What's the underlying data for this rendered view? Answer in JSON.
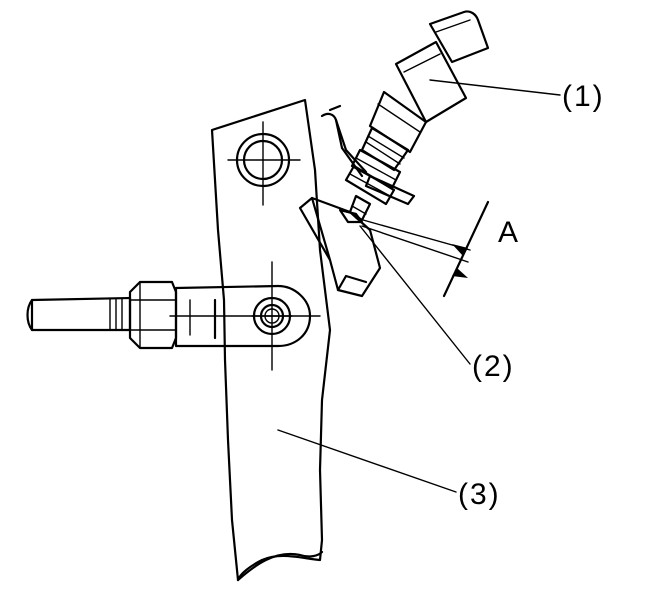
{
  "figure": {
    "labels": {
      "part1": "(1)",
      "part2": "(2)",
      "part3": "(3)",
      "dimension_a": "A"
    },
    "colors": {
      "ink": "#000000",
      "background": "#ffffff"
    }
  }
}
